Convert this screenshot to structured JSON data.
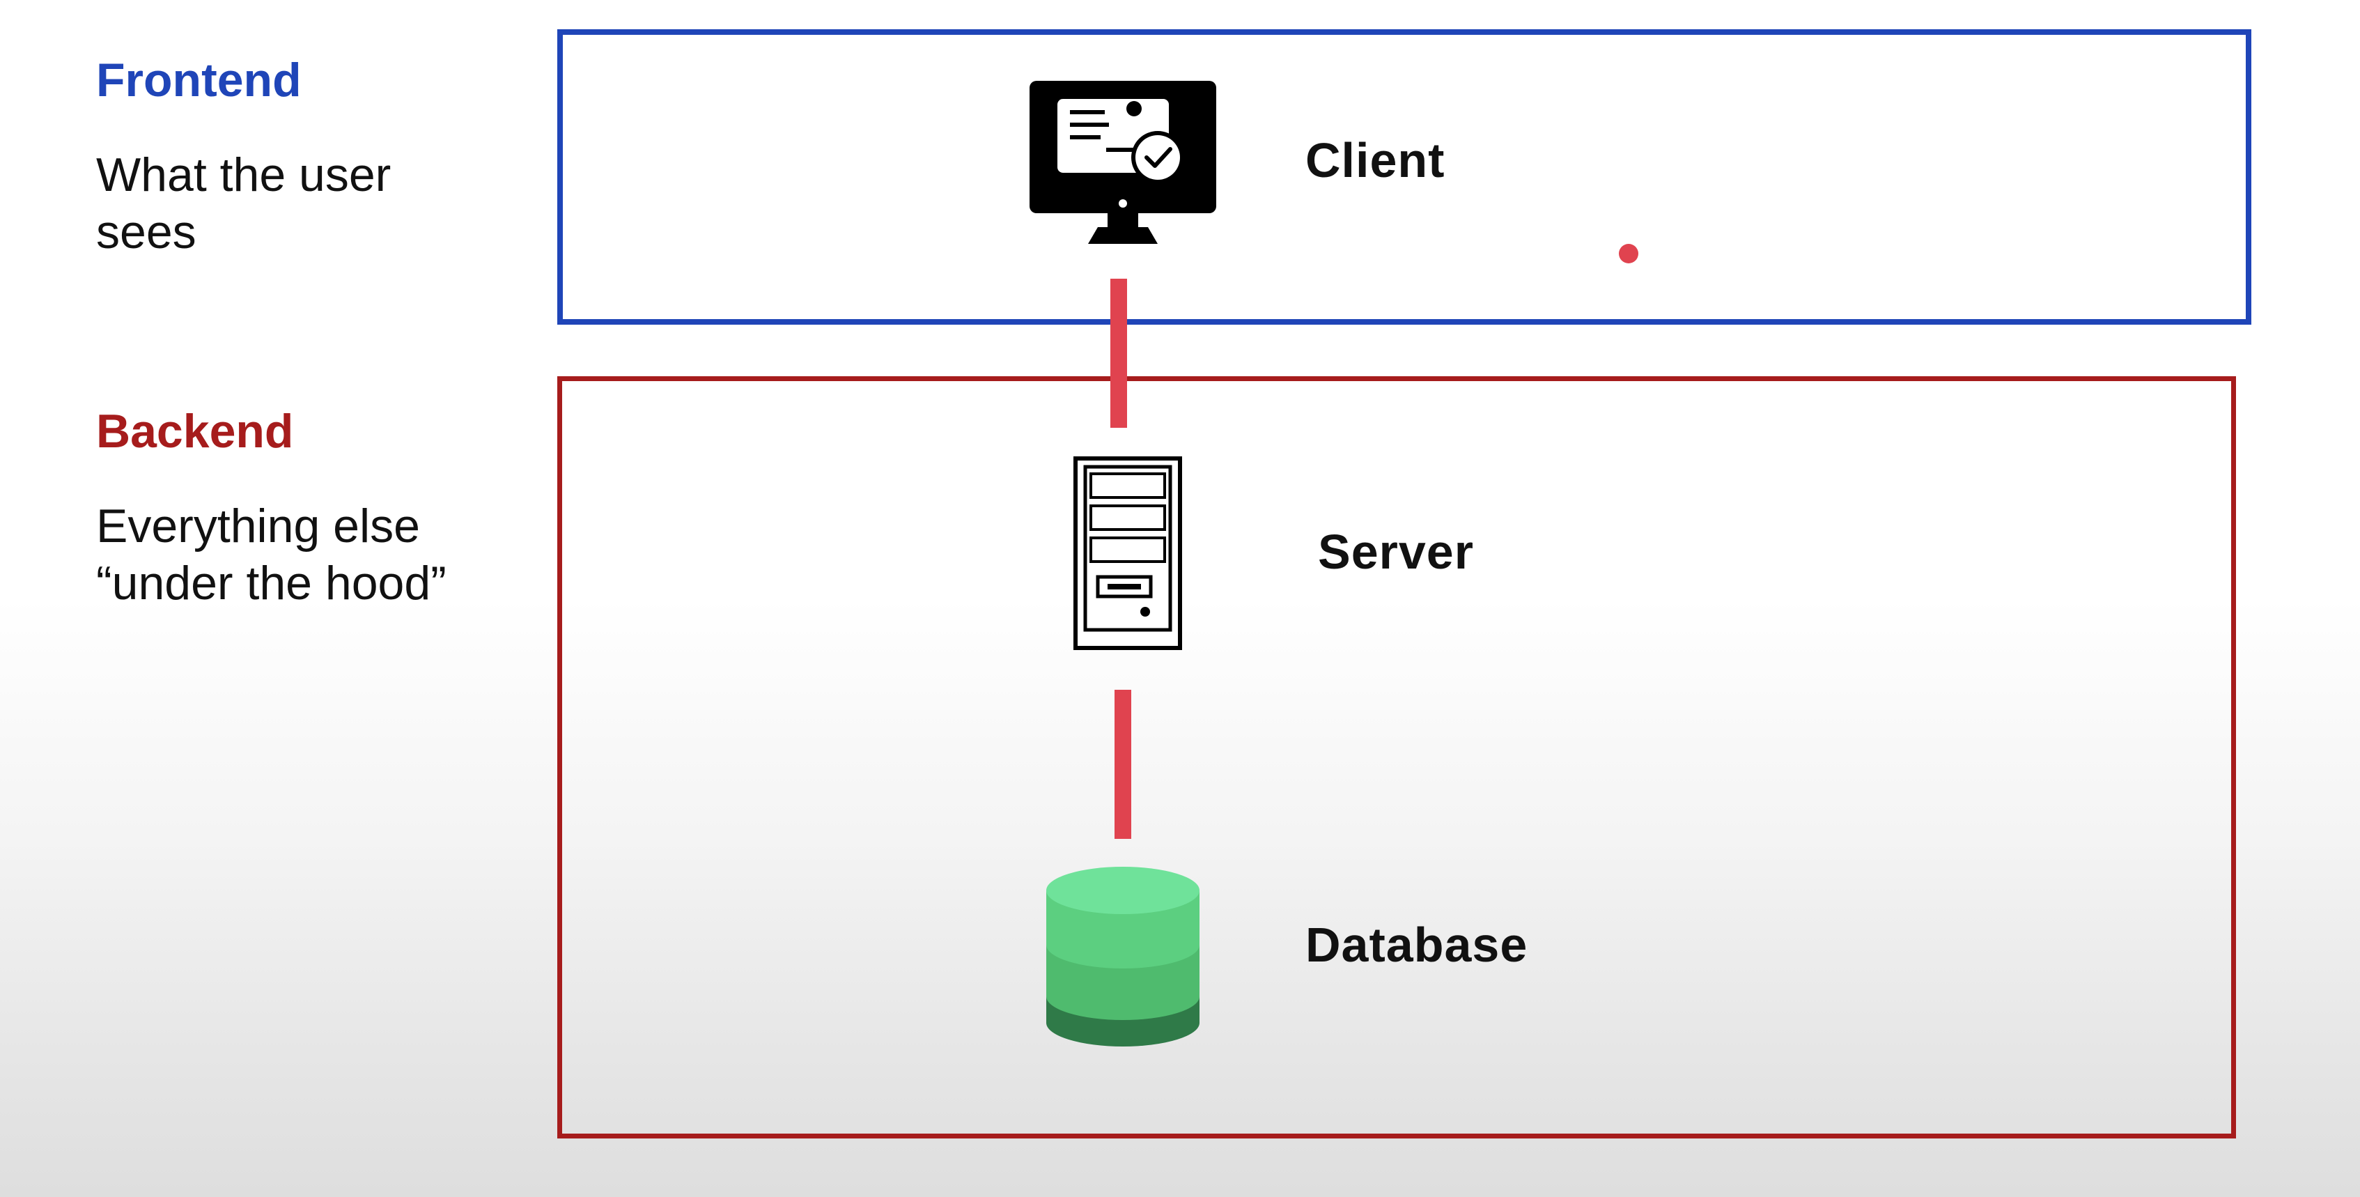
{
  "frontend": {
    "title": "Frontend",
    "description": "What the user\nsees",
    "color": "#1f45b8"
  },
  "backend": {
    "title": "Backend",
    "description": "Everything else\n“under the hood”",
    "color": "#a61c1c"
  },
  "nodes": {
    "client": {
      "label": "Client",
      "icon": "monitor-icon"
    },
    "server": {
      "label": "Server",
      "icon": "server-tower-icon"
    },
    "database": {
      "label": "Database",
      "icon": "database-icon"
    }
  },
  "connector_color": "#e0434f",
  "database_colors": [
    "#6fe29a",
    "#4fbb6e",
    "#2f7a48"
  ]
}
